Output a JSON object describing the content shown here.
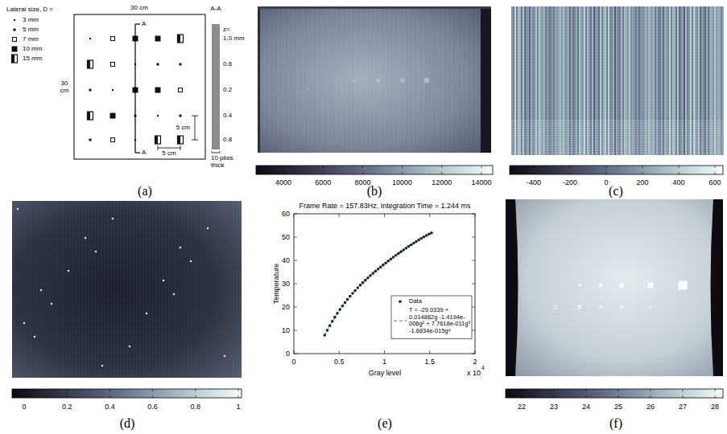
{
  "diagram": {
    "labels": [
      "Lateral size, D =",
      "3 mm",
      "5 mm",
      "7 mm",
      "10 mm",
      "15 mm",
      "30 cm",
      "30 cm",
      "A",
      "A",
      "5 cm",
      "5 cm",
      "A-A",
      "z=",
      "1.0 mm",
      "0.6",
      "0.2",
      "0.4",
      "0.8",
      "10 plies thick",
      "(a)",
      "4000",
      "6000",
      "8000",
      "10000",
      "12000",
      "14000",
      "(b)",
      "-400",
      "-200",
      "0",
      "200",
      "400",
      "600",
      "(c)",
      "0",
      "0.2",
      "0.4",
      "0.6",
      "0.8",
      "1",
      "(d)",
      "Frame Rate = 157.83Hz, Integration Time = 1.244 ms",
      "0",
      "10",
      "20",
      "30",
      "40",
      "50",
      "60",
      "Temperature",
      "0",
      "0.5",
      "1",
      "1.5",
      "2",
      "Gray level",
      "x 10",
      "4",
      "(e)",
      "22",
      "23",
      "24",
      "25",
      "26",
      "27",
      "28",
      "(f)"
    ],
    "legend": [
      {
        "text": "Data"
      },
      {
        "text": "T = -29.0339 + 0.014862g -1.4194e-006g² + 7.7618e-011g³ -1.6834e-015g⁴"
      }
    ]
  }
}
